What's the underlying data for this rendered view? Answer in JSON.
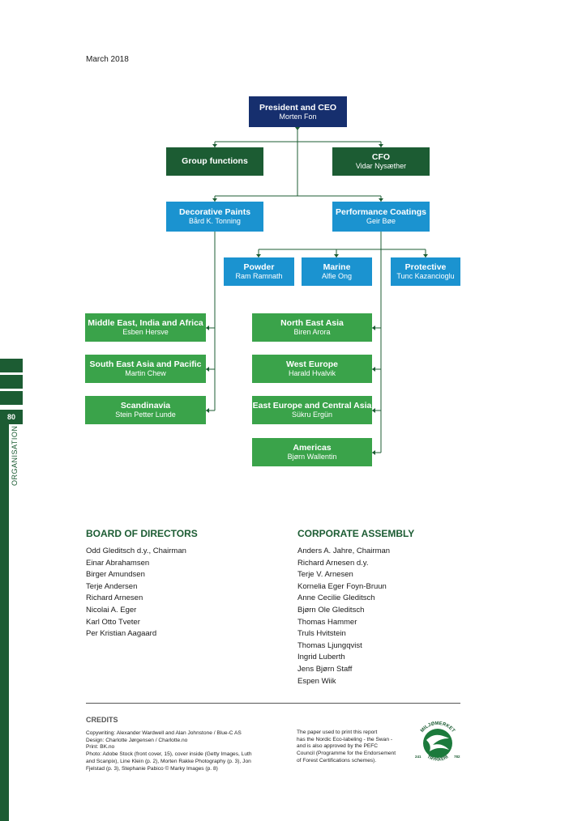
{
  "date": "March 2018",
  "org": {
    "ceo": {
      "title": "President and CEO",
      "name": "Morten Fon"
    },
    "group_functions": {
      "title": "Group functions"
    },
    "cfo": {
      "title": "CFO",
      "name": "Vidar Nysæther"
    },
    "decorative": {
      "title": "Decorative Paints",
      "name": "Bård K. Tonning"
    },
    "performance": {
      "title": "Performance Coatings",
      "name": "Geir Bøe"
    },
    "powder": {
      "title": "Powder",
      "name": "Ram Ramnath"
    },
    "marine": {
      "title": "Marine",
      "name": "Alfie Ong"
    },
    "protective": {
      "title": "Protective",
      "name": "Tunc Kazancioglu"
    },
    "meia": {
      "title": "Middle East, India and Africa",
      "name": "Esben Hersve"
    },
    "seap": {
      "title": "South East Asia and Pacific",
      "name": "Martin Chew"
    },
    "scandinavia": {
      "title": "Scandinavia",
      "name": "Stein Petter Lunde"
    },
    "nea": {
      "title": "North East Asia",
      "name": "Biren Arora"
    },
    "west_europe": {
      "title": "West Europe",
      "name": "Harald Hvalvik"
    },
    "east_europe": {
      "title": "East Europe and Central Asia",
      "name": "Sükru Ergün"
    },
    "americas": {
      "title": "Americas",
      "name": "Bjørn Wallentin"
    }
  },
  "sidebar": {
    "page_number": "80",
    "section": "ORGANISATION"
  },
  "board": {
    "title": "BOARD OF DIRECTORS",
    "members": [
      "Odd Gleditsch d.y., Chairman",
      "Einar Abrahamsen",
      "Birger Amundsen",
      "Terje Andersen",
      "Richard Arnesen",
      "Nicolai A. Eger",
      "Karl Otto Tveter",
      "Per Kristian Aagaard"
    ]
  },
  "assembly": {
    "title": "CORPORATE ASSEMBLY",
    "members": [
      "Anders A. Jahre, Chairman",
      "Richard Arnesen d.y.",
      "Terje V. Arnesen",
      "Kornelia Eger Foyn-Bruun",
      "Anne Cecilie Gleditsch",
      "Bjørn Ole Gleditsch",
      "Thomas Hammer",
      "Truls Hvitstein",
      "Thomas Ljungqvist",
      "Ingrid Luberth",
      "Jens Bjørn Staff",
      "Espen Wiik"
    ]
  },
  "credits": {
    "title": "CREDITS",
    "lines": [
      "Copywriting: Alexander Wardwell and Alan Johnstone / Blue-C AS",
      "Design: Charlotte Jørgensen / Charlotte.no",
      "Print: BK.no",
      "Photo: Adobe Stock (front cover, 15), cover inside (Getty Images, Luth",
      "and Scanpix), Line Klein (p. 2), Morten Rakke Photography (p. 3), Jon",
      "Fjelstad (p. 3), Stephanie Pabico © Marky Images (p. 8)"
    ]
  },
  "ecolabel": {
    "lines": [
      "The paper used to print this report",
      "has the Nordic Eco-labeling - the Swan -",
      "and is also approved by the PEFC",
      "Council (Programme for the Endorsement",
      "of Forest Certifications schemes)."
    ],
    "logo_top": "MILJØMERKET",
    "logo_bottom": "TRYKKERI",
    "logo_left": "241",
    "logo_right": "782"
  }
}
